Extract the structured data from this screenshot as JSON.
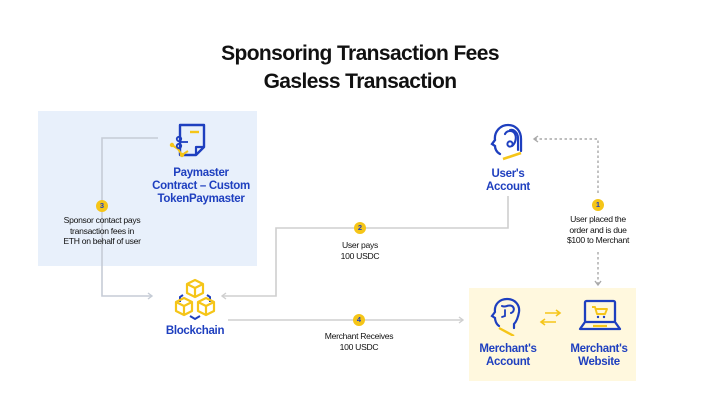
{
  "title": {
    "line1": "Sponsoring Transaction Fees",
    "line2": "Gasless Transaction"
  },
  "colors": {
    "primary_blue": "#1e3fbf",
    "accent_yellow": "#f5c518",
    "panel_blue": "#e8f0fb",
    "panel_yellow": "#fff8de",
    "connector_gray": "#c8c8c8"
  },
  "nodes": {
    "paymaster": {
      "icon": "contract-document-icon",
      "label_line1": "Paymaster",
      "label_line2": "Contract – Custom",
      "label_line3": "TokenPaymaster"
    },
    "user_account": {
      "icon": "user-head-icon",
      "label_line1": "User's",
      "label_line2": "Account"
    },
    "blockchain": {
      "icon": "blockchain-cubes-icon",
      "label": "Blockchain"
    },
    "merchant_account": {
      "icon": "merchant-head-icon",
      "label_line1": "Merchant's",
      "label_line2": "Account"
    },
    "merchant_website": {
      "icon": "laptop-cart-icon",
      "label_line1": "Merchant's",
      "label_line2": "Website"
    }
  },
  "steps": [
    {
      "number": "1",
      "line1": "User placed the",
      "line2": "order and is due",
      "line3": "$100 to Merchant"
    },
    {
      "number": "2",
      "line1": "User pays",
      "line2": "100 USDC"
    },
    {
      "number": "3",
      "line1": "Sponsor contact pays",
      "line2": "transaction fees in",
      "line3": "ETH on behalf of user"
    },
    {
      "number": "4",
      "line1": "Merchant Receives",
      "line2": "100 USDC"
    }
  ]
}
